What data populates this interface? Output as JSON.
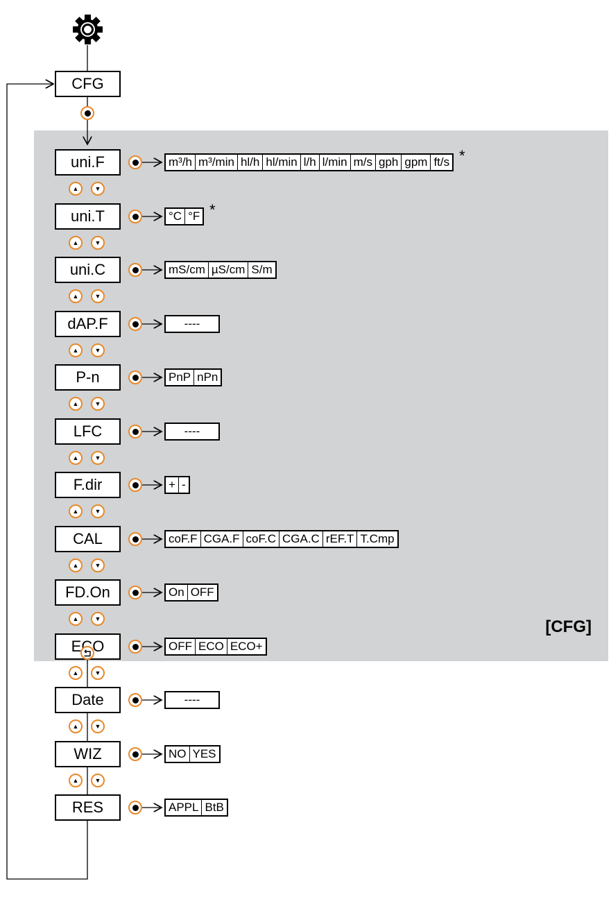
{
  "menu": {
    "top_label": "CFG",
    "panel_tag": "[CFG]",
    "asterisk": "*",
    "params": [
      {
        "label": "uni.F",
        "options": [
          "m³/h",
          "m³/min",
          "hl/h",
          "hl/min",
          "l/h",
          "l/min",
          "m/s",
          "gph",
          "gpm",
          "ft/s"
        ],
        "asterisk": true
      },
      {
        "label": "uni.T",
        "options": [
          "°C",
          "°F"
        ],
        "asterisk": true
      },
      {
        "label": "uni.C",
        "options": [
          "mS/cm",
          "µS/cm",
          "S/m"
        ]
      },
      {
        "label": "dAP.F",
        "options": [
          "----"
        ]
      },
      {
        "label": "P-n",
        "options": [
          "PnP",
          "nPn"
        ]
      },
      {
        "label": "LFC",
        "options": [
          "----"
        ]
      },
      {
        "label": "F.dir",
        "options": [
          "+",
          "-"
        ]
      },
      {
        "label": "CAL",
        "options": [
          "coF.F",
          "CGA.F",
          "coF.C",
          "CGA.C",
          "rEF.T",
          "T.Cmp"
        ]
      },
      {
        "label": "FD.On",
        "options": [
          "On",
          "OFF"
        ]
      },
      {
        "label": "ECO",
        "options": [
          "OFF",
          "ECO",
          "ECO+"
        ]
      },
      {
        "label": "Date",
        "options": [
          "----"
        ]
      },
      {
        "label": "WIZ",
        "options": [
          "NO",
          "YES"
        ]
      },
      {
        "label": "RES",
        "options": [
          "APPL",
          "BtB"
        ]
      }
    ]
  },
  "icons": {
    "settings": "gear-icon",
    "select": "enter-dot-icon",
    "up": "up-arrow-icon",
    "down": "down-arrow-icon",
    "back": "back-icon"
  },
  "colors": {
    "panel": "#d1d3d4",
    "button_ring": "#e8892a"
  }
}
